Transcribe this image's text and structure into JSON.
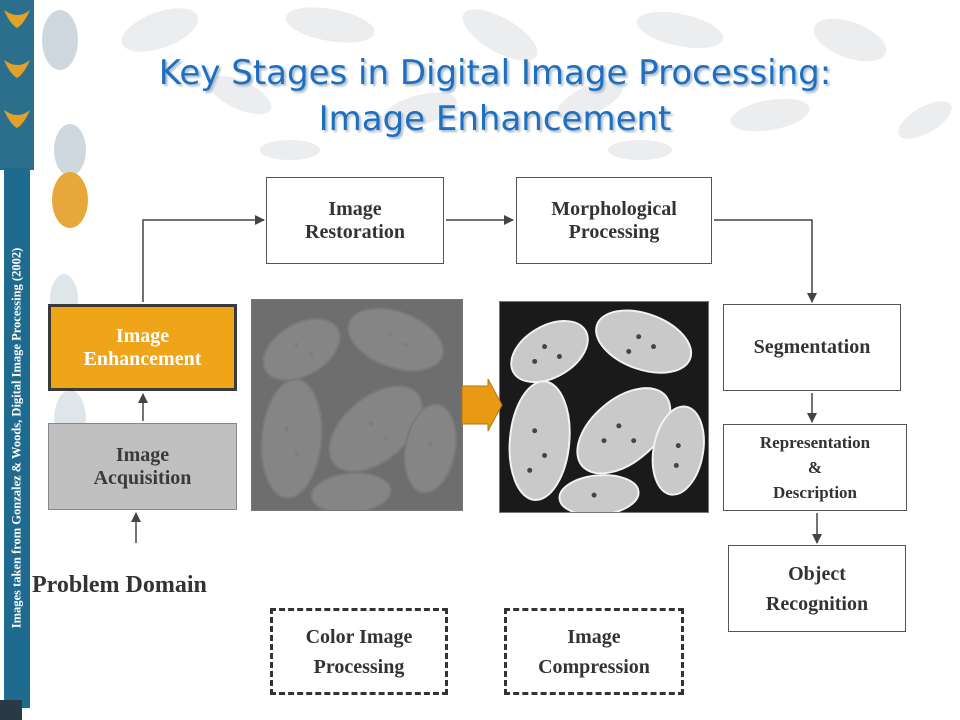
{
  "slide": {
    "title_line1": "Key Stages in Digital Image Processing:",
    "title_line2": "Image Enhancement",
    "side_credit": "Images taken from Gonzalez & Woods, Digital Image Processing (2002)",
    "problem_domain": "Problem Domain"
  },
  "stages": {
    "restoration": "Image\nRestoration",
    "morphological": "Morphological\nProcessing",
    "enhancement": "Image\nEnhancement",
    "acquisition": "Image\nAcquisition",
    "segmentation": "Segmentation",
    "representation": "Representation\n&\nDescription",
    "recognition": "Object\nRecognition",
    "color": "Color Image\nProcessing",
    "compression": "Image\nCompression"
  },
  "colors": {
    "title": "#1f6fc0",
    "highlight": "#f0a418",
    "acquisition_fill": "#c0c0c0",
    "strip": "#1f6a8f"
  },
  "images": {
    "before": "low-contrast pollen-grain-image",
    "after": "enhanced pollen-grain-image"
  }
}
